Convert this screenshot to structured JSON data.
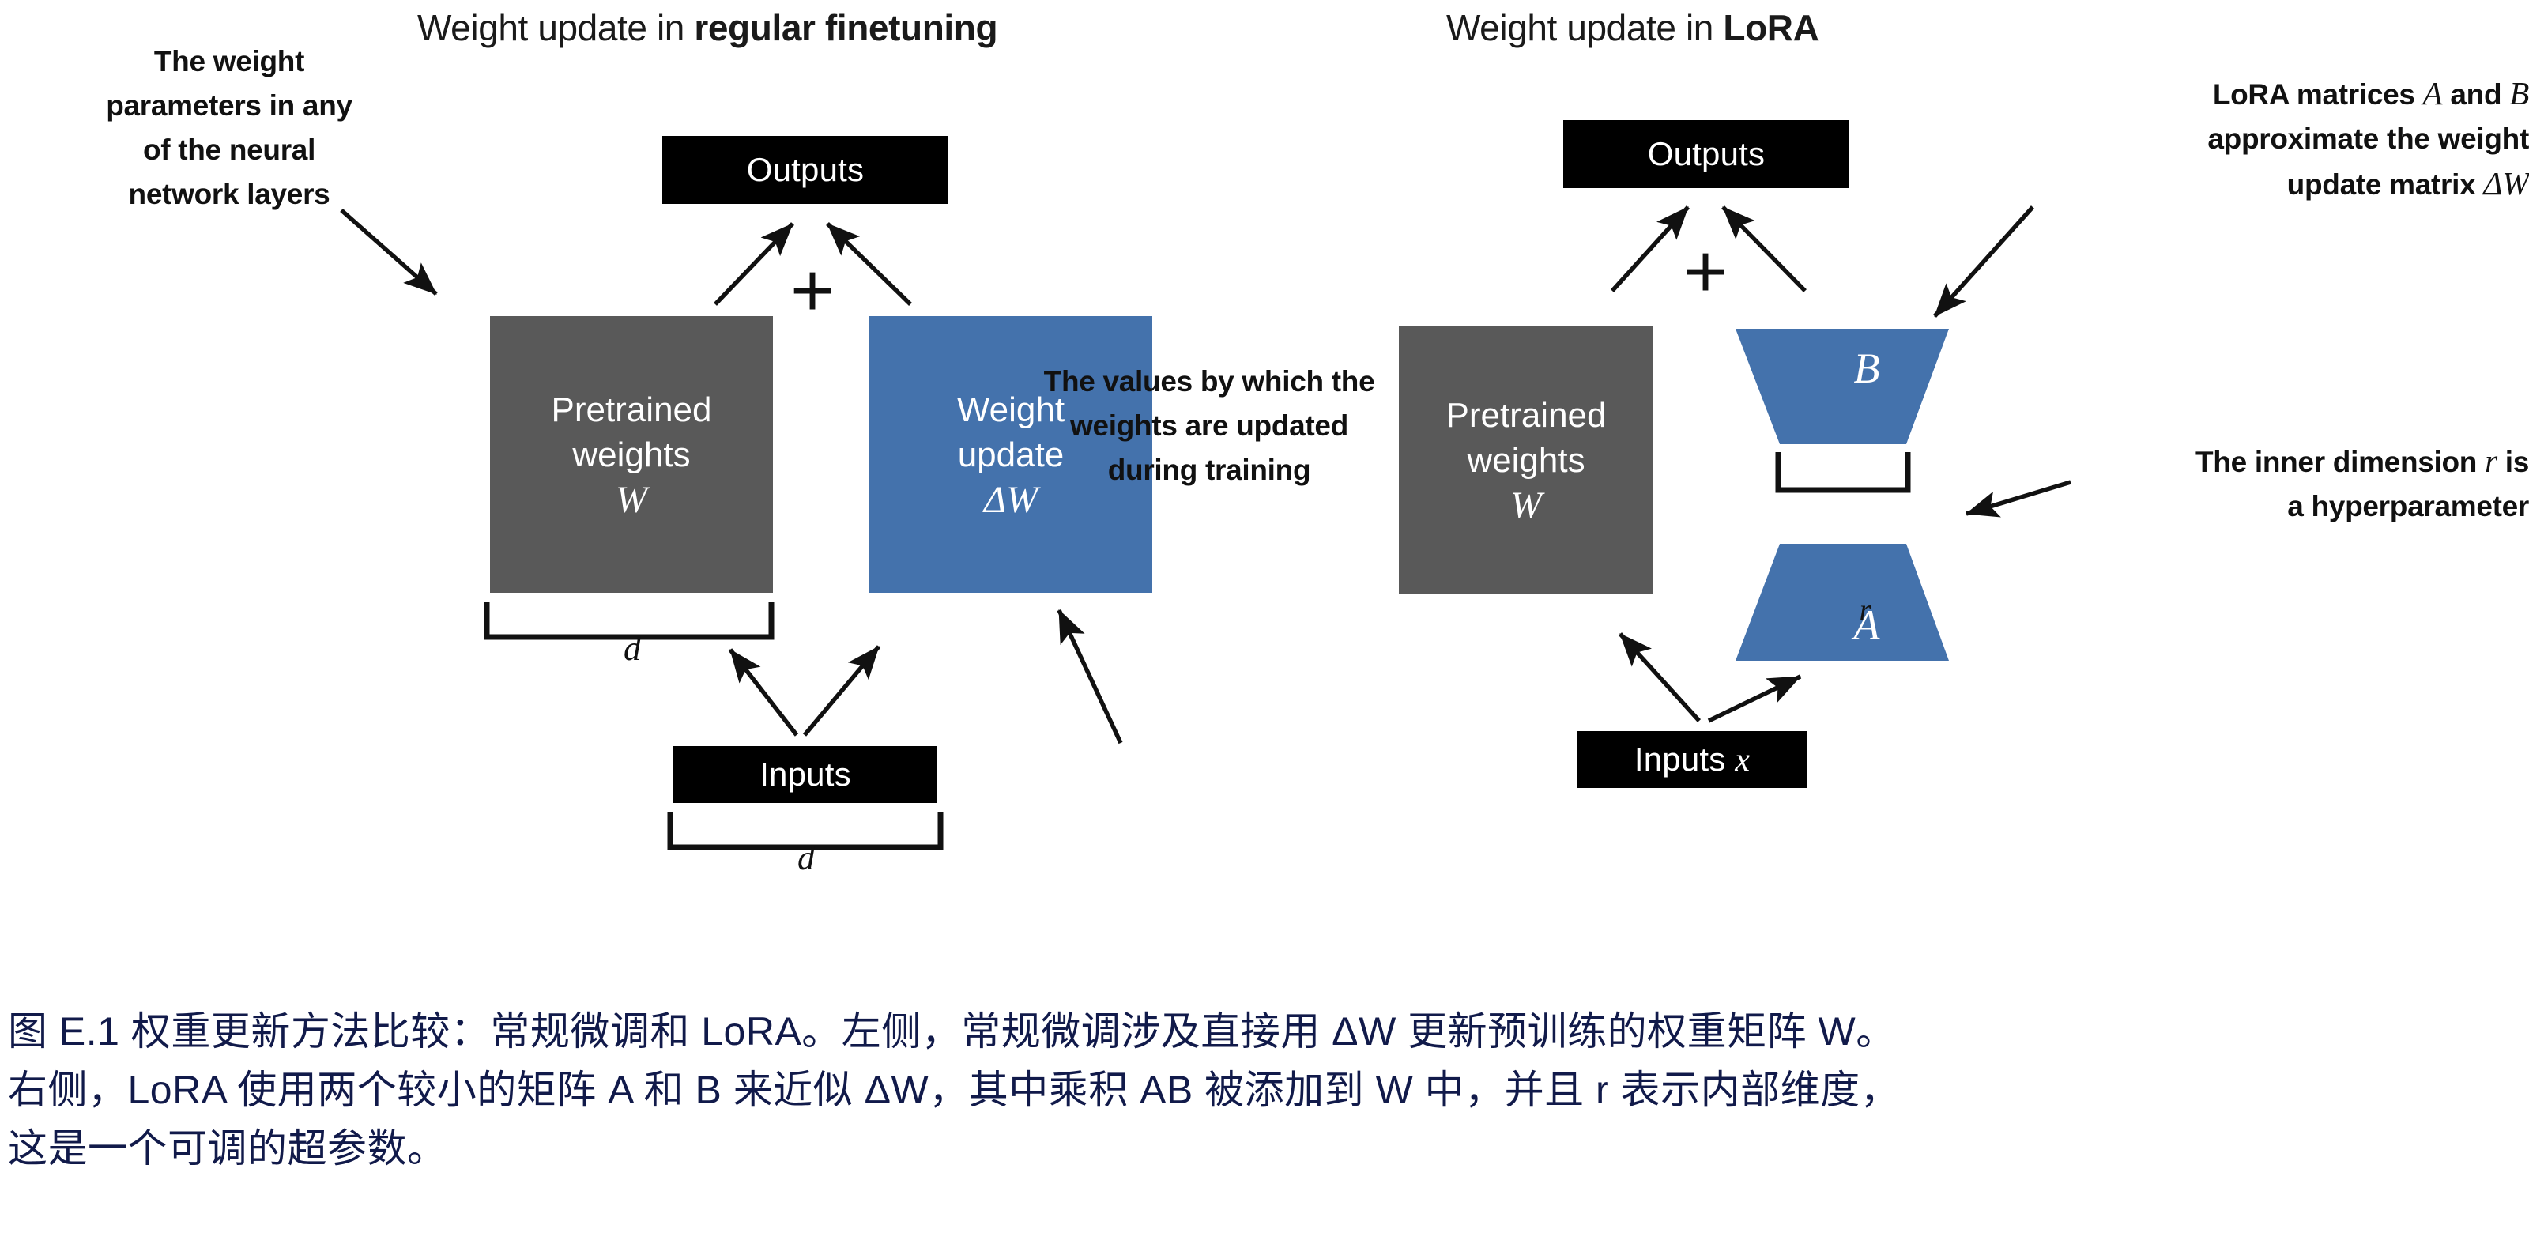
{
  "figure": {
    "panels": [
      {
        "id": "regular-finetuning",
        "title_prefix": "Weight update in ",
        "title_emphasis": "regular finetuning",
        "boxes": {
          "outputs": "Outputs",
          "pretrained_line1": "Pretrained",
          "pretrained_line2": "weights",
          "pretrained_symbol": "W",
          "update_line1": "Weight",
          "update_line2": "update",
          "update_symbol": "ΔW",
          "inputs": "Inputs"
        },
        "operator": "+",
        "bracket_labels": {
          "weights_width": "d",
          "inputs_width": "d"
        },
        "annotations": {
          "weight_params": "The weight\nparameters in any\nof the neural\nnetwork layers",
          "values_updated": "The values by which the\nweights are updated\nduring training"
        }
      },
      {
        "id": "lora",
        "title_prefix": "Weight update in ",
        "title_emphasis": "LoRA",
        "boxes": {
          "outputs": "Outputs",
          "pretrained_line1": "Pretrained",
          "pretrained_line2": "weights",
          "pretrained_symbol": "W",
          "inputs": "Inputs x",
          "matrix_b": "B",
          "matrix_a": "A"
        },
        "operator": "+",
        "bracket_labels": {
          "inner_dim": "r"
        },
        "annotations": {
          "lora_matrices_l1": "LoRA matrices A and B",
          "lora_matrices_l2": "approximate the weight",
          "lora_matrices_l3": "update matrix ΔW",
          "inner_dim_l1": "The inner dimension r is",
          "inner_dim_l2": "a hyperparameter"
        }
      }
    ],
    "colors": {
      "pretrained_gray": "#595959",
      "accent_blue": "#4472ac",
      "box_black": "#000000",
      "caption_navy": "#111a4a",
      "stroke_black": "#111111"
    }
  },
  "caption": {
    "text": "图 E.1 权重更新方法比较：常规微调和 LoRA。左侧，常规微调涉及直接用 ΔW 更新预训练的权重矩阵 W。\n右侧，LoRA 使用两个较小的矩阵 A 和 B 来近似 ΔW，其中乘积 AB 被添加到 W 中，并且 r 表示内部维度，\n这是一个可调的超参数。"
  }
}
